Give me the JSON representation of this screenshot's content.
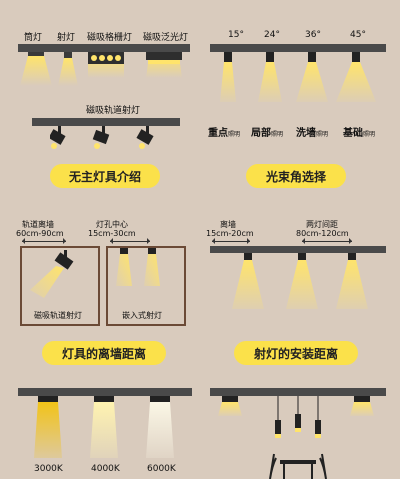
{
  "top_left": {
    "labels": [
      "筒灯",
      "射灯",
      "磁吸格栅灯",
      "磁吸泛光灯"
    ],
    "track_label": "磁吸轨道射灯",
    "pill": "无主灯具介绍"
  },
  "top_right": {
    "angles": [
      "15°",
      "24°",
      "36°",
      "45°"
    ],
    "uses": [
      {
        "big": "重点",
        "small": "照明"
      },
      {
        "big": "局部",
        "small": "照明"
      },
      {
        "big": "洗墙",
        "small": "照明"
      },
      {
        "big": "基础",
        "small": "照明"
      }
    ],
    "pill": "光束角选择"
  },
  "mid_left": {
    "d1_label": "轨道离墙",
    "d1_value": "60cm-90cm",
    "d2_label": "灯孔中心",
    "d2_value": "15cm-30cm",
    "box1_caption": "磁吸轨道射灯",
    "box2_caption": "嵌入式射灯",
    "pill": "灯具的离墙距离"
  },
  "mid_right": {
    "d1_label": "离墙",
    "d1_value": "15cm-20cm",
    "d2_label": "两灯间距",
    "d2_value": "80cm-120cm",
    "pill": "射灯的安装距离"
  },
  "bottom_left": {
    "temps": [
      "3000K",
      "4000K",
      "6000K"
    ]
  },
  "colors": {
    "background": "#d9cbbd",
    "pill": "#fbe14a",
    "rail": "#4a4a4a",
    "light": "#ffe46b"
  }
}
